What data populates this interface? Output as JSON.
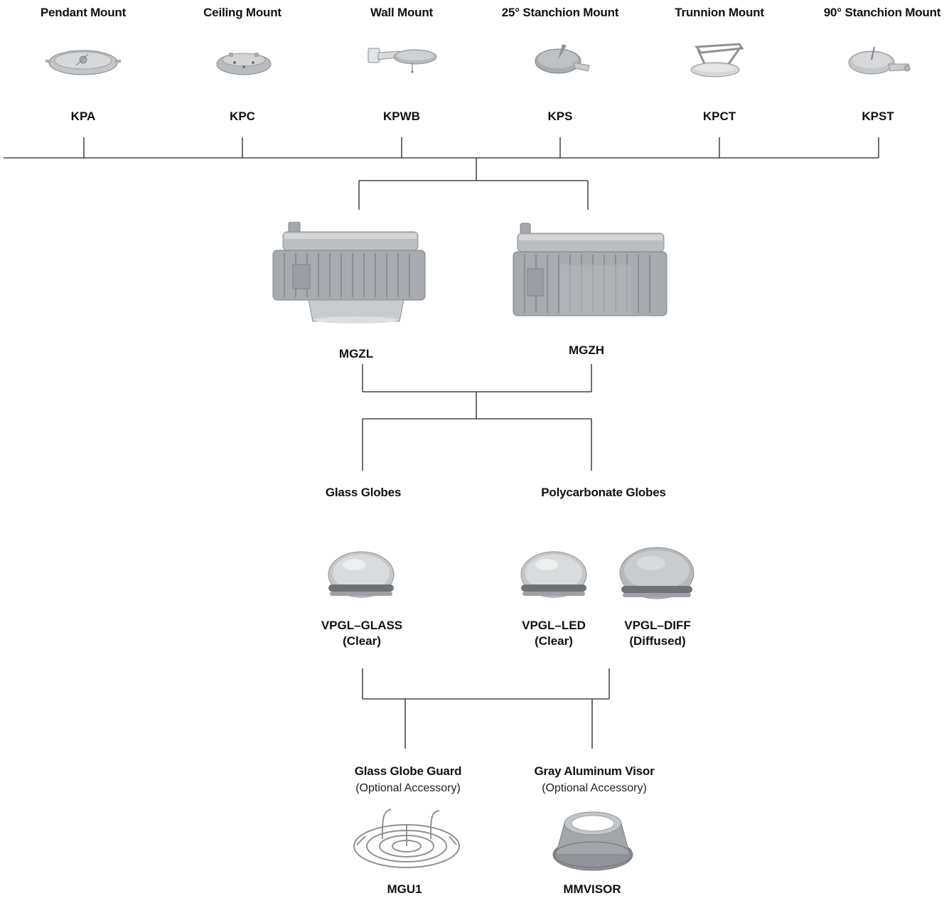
{
  "mounts": [
    {
      "title": "Pendant Mount",
      "code": "KPA",
      "icon": "pendant-mount-image"
    },
    {
      "title": "Ceiling Mount",
      "code": "KPC",
      "icon": "ceiling-mount-image"
    },
    {
      "title": "Wall Mount",
      "code": "KPWB",
      "icon": "wall-mount-image"
    },
    {
      "title": "25° Stanchion Mount",
      "code": "KPS",
      "icon": "stanchion-25-mount-image"
    },
    {
      "title": "Trunnion Mount",
      "code": "KPCT",
      "icon": "trunnion-mount-image"
    },
    {
      "title": "90° Stanchion Mount",
      "code": "KPST",
      "icon": "stanchion-90-mount-image"
    }
  ],
  "housings": [
    {
      "code": "MGZL",
      "icon": "low-housing-image"
    },
    {
      "code": "MGZH",
      "icon": "high-housing-image"
    }
  ],
  "globe_groups": [
    {
      "title": "Glass Globes"
    },
    {
      "title": "Polycarbonate Globes"
    }
  ],
  "globes": [
    {
      "code": "VPGL–GLASS",
      "finish": "(Clear)",
      "icon": "clear-glass-globe-image"
    },
    {
      "code": "VPGL–LED",
      "finish": "(Clear)",
      "icon": "clear-poly-globe-image"
    },
    {
      "code": "VPGL–DIFF",
      "finish": "(Diffused)",
      "icon": "diffused-globe-image"
    }
  ],
  "accessories": [
    {
      "title": "Glass Globe Guard",
      "note": "(Optional Accessory)",
      "code": "MGU1",
      "icon": "globe-guard-image"
    },
    {
      "title": "Gray Aluminum Visor",
      "note": "(Optional Accessory)",
      "code": "MMVISOR",
      "icon": "visor-image"
    }
  ],
  "colors": {
    "line": "#222222",
    "metal": "#b9bcbf",
    "metal_dark": "#8e9296",
    "globe": "#c9ccce"
  }
}
